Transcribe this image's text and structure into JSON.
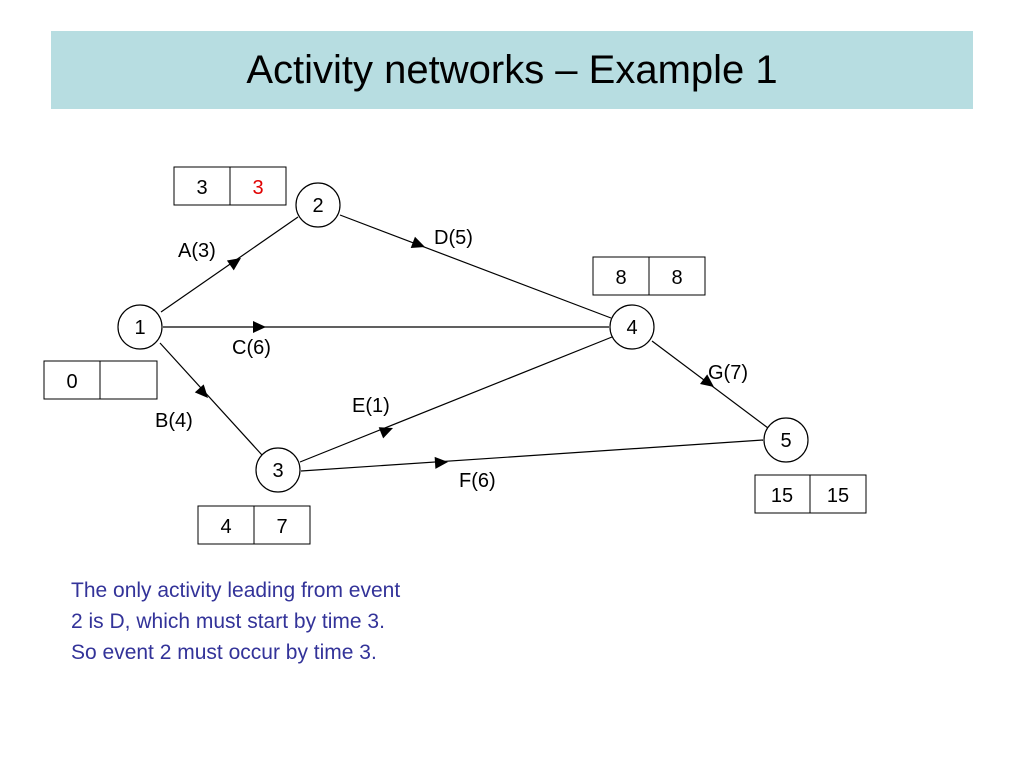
{
  "title": "Activity networks – Example 1",
  "colors": {
    "title_bg": "#b7dde1",
    "note_text": "#333399",
    "highlight": "#e00000",
    "line": "#000000"
  },
  "nodes": [
    {
      "id": "n1",
      "label": "1"
    },
    {
      "id": "n2",
      "label": "2"
    },
    {
      "id": "n3",
      "label": "3"
    },
    {
      "id": "n4",
      "label": "4"
    },
    {
      "id": "n5",
      "label": "5"
    }
  ],
  "activities": [
    {
      "id": "A",
      "label": "A(3)",
      "from": "1",
      "to": "2"
    },
    {
      "id": "B",
      "label": "B(4)",
      "from": "1",
      "to": "3"
    },
    {
      "id": "C",
      "label": "C(6)",
      "from": "1",
      "to": "4"
    },
    {
      "id": "D",
      "label": "D(5)",
      "from": "2",
      "to": "4"
    },
    {
      "id": "E",
      "label": "E(1)",
      "from": "3",
      "to": "4"
    },
    {
      "id": "F",
      "label": "F(6)",
      "from": "3",
      "to": "5"
    },
    {
      "id": "G",
      "label": "G(7)",
      "from": "4",
      "to": "5"
    }
  ],
  "time_boxes": [
    {
      "node": "1",
      "earliest": "0",
      "latest": ""
    },
    {
      "node": "2",
      "earliest": "3",
      "latest": "3",
      "latest_highlight": true
    },
    {
      "node": "3",
      "earliest": "4",
      "latest": "7"
    },
    {
      "node": "4",
      "earliest": "8",
      "latest": "8"
    },
    {
      "node": "5",
      "earliest": "15",
      "latest": "15"
    }
  ],
  "note_lines": [
    "The only activity leading from event",
    "2 is D, which must start by time 3.",
    "So event 2 must occur by time 3."
  ]
}
